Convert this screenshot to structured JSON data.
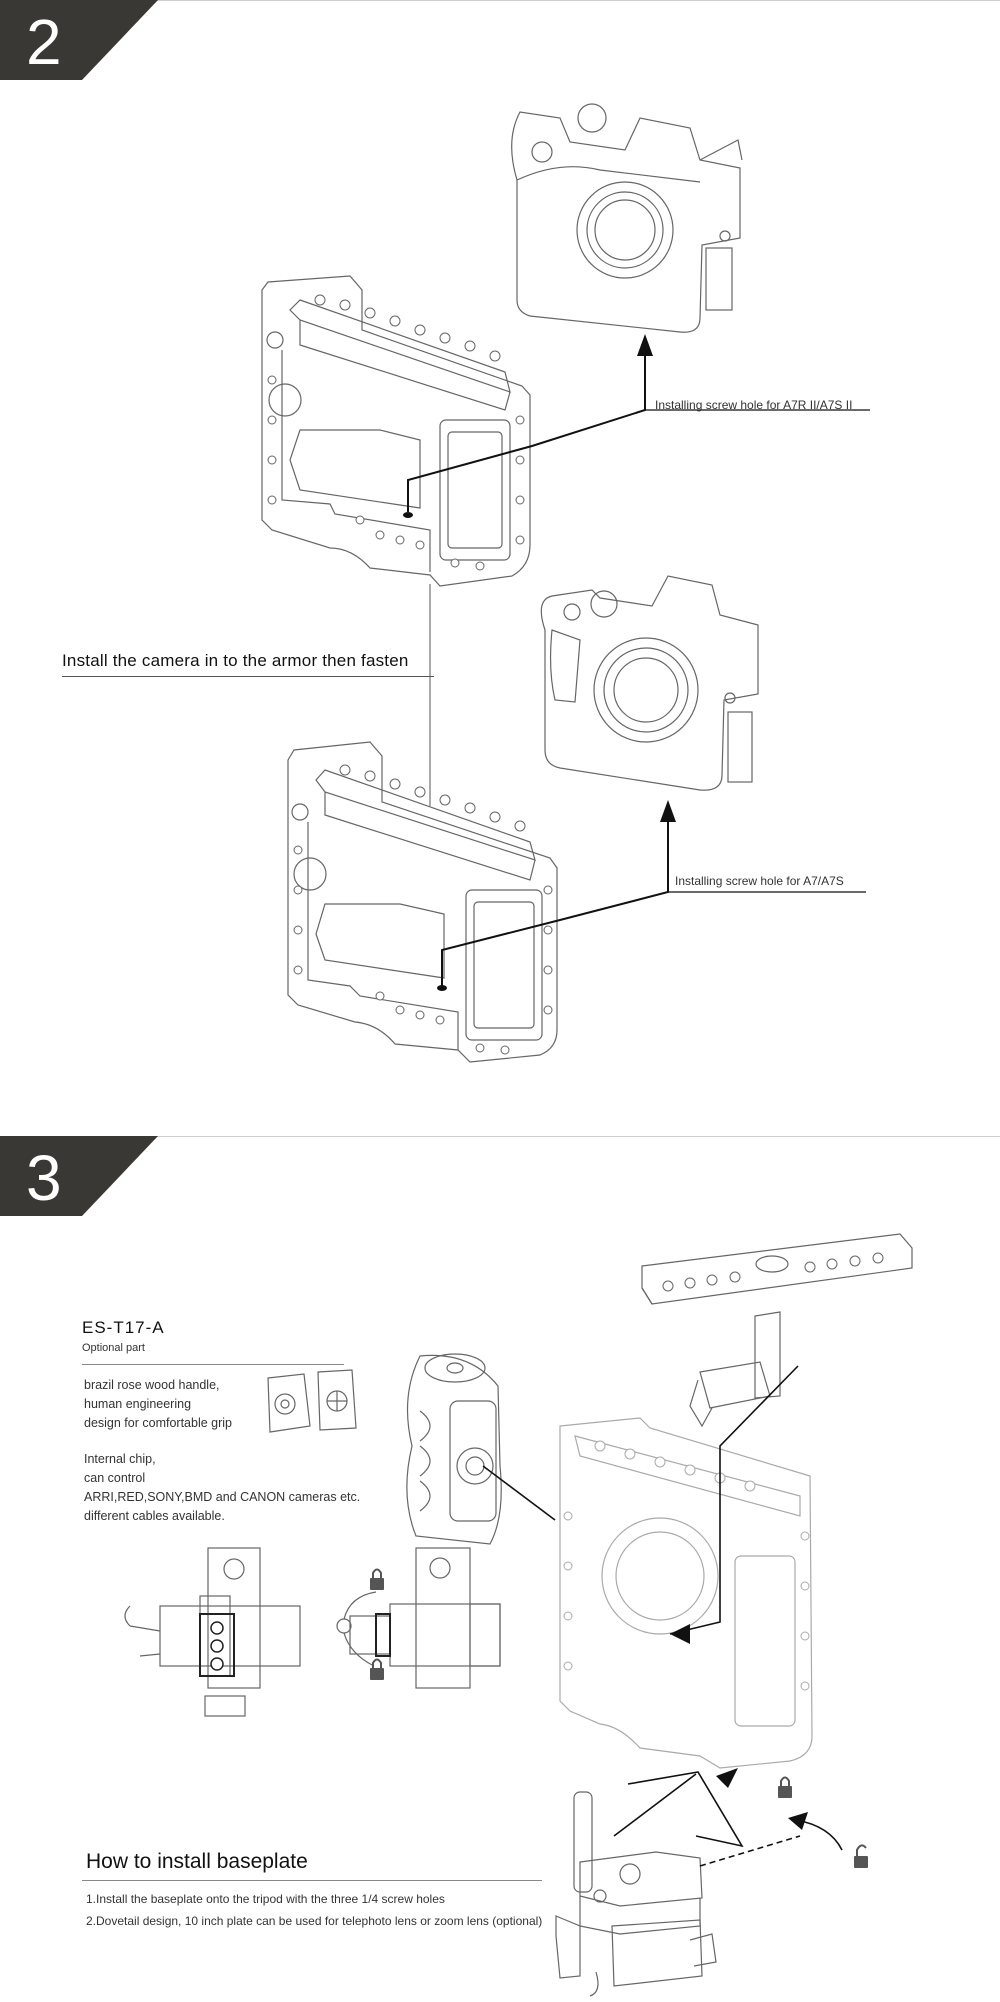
{
  "section2": {
    "number": "2",
    "instruction": "Install the camera in to the armor then fasten",
    "callout_top": "Installing screw hole for A7R II/A7S II",
    "callout_bottom": "Installing screw hole for A7/A7S"
  },
  "section3": {
    "number": "3",
    "model": "ES-T17-A",
    "optional_label": "Optional part",
    "handle_features": [
      "brazil rose wood handle,",
      "human engineering",
      "design for comfortable grip"
    ],
    "chip_features": [
      "Internal chip,",
      "can control",
      "ARRI,RED,SONY,BMD and CANON cameras etc.",
      "different cables available."
    ],
    "baseplate_title": "How to install baseplate",
    "baseplate_steps": [
      "1.Install the baseplate onto the tripod with the three 1/4 screw holes",
      "2.Dovetail design, 10 inch plate can be used for telephoto lens or zoom lens (optional)"
    ]
  },
  "icons": [
    "lock-icon",
    "unlock-icon",
    "arrow-icon"
  ],
  "colors": {
    "corner_tab": "#3a3835",
    "line_art": "#555555",
    "callout_line": "#111111"
  }
}
